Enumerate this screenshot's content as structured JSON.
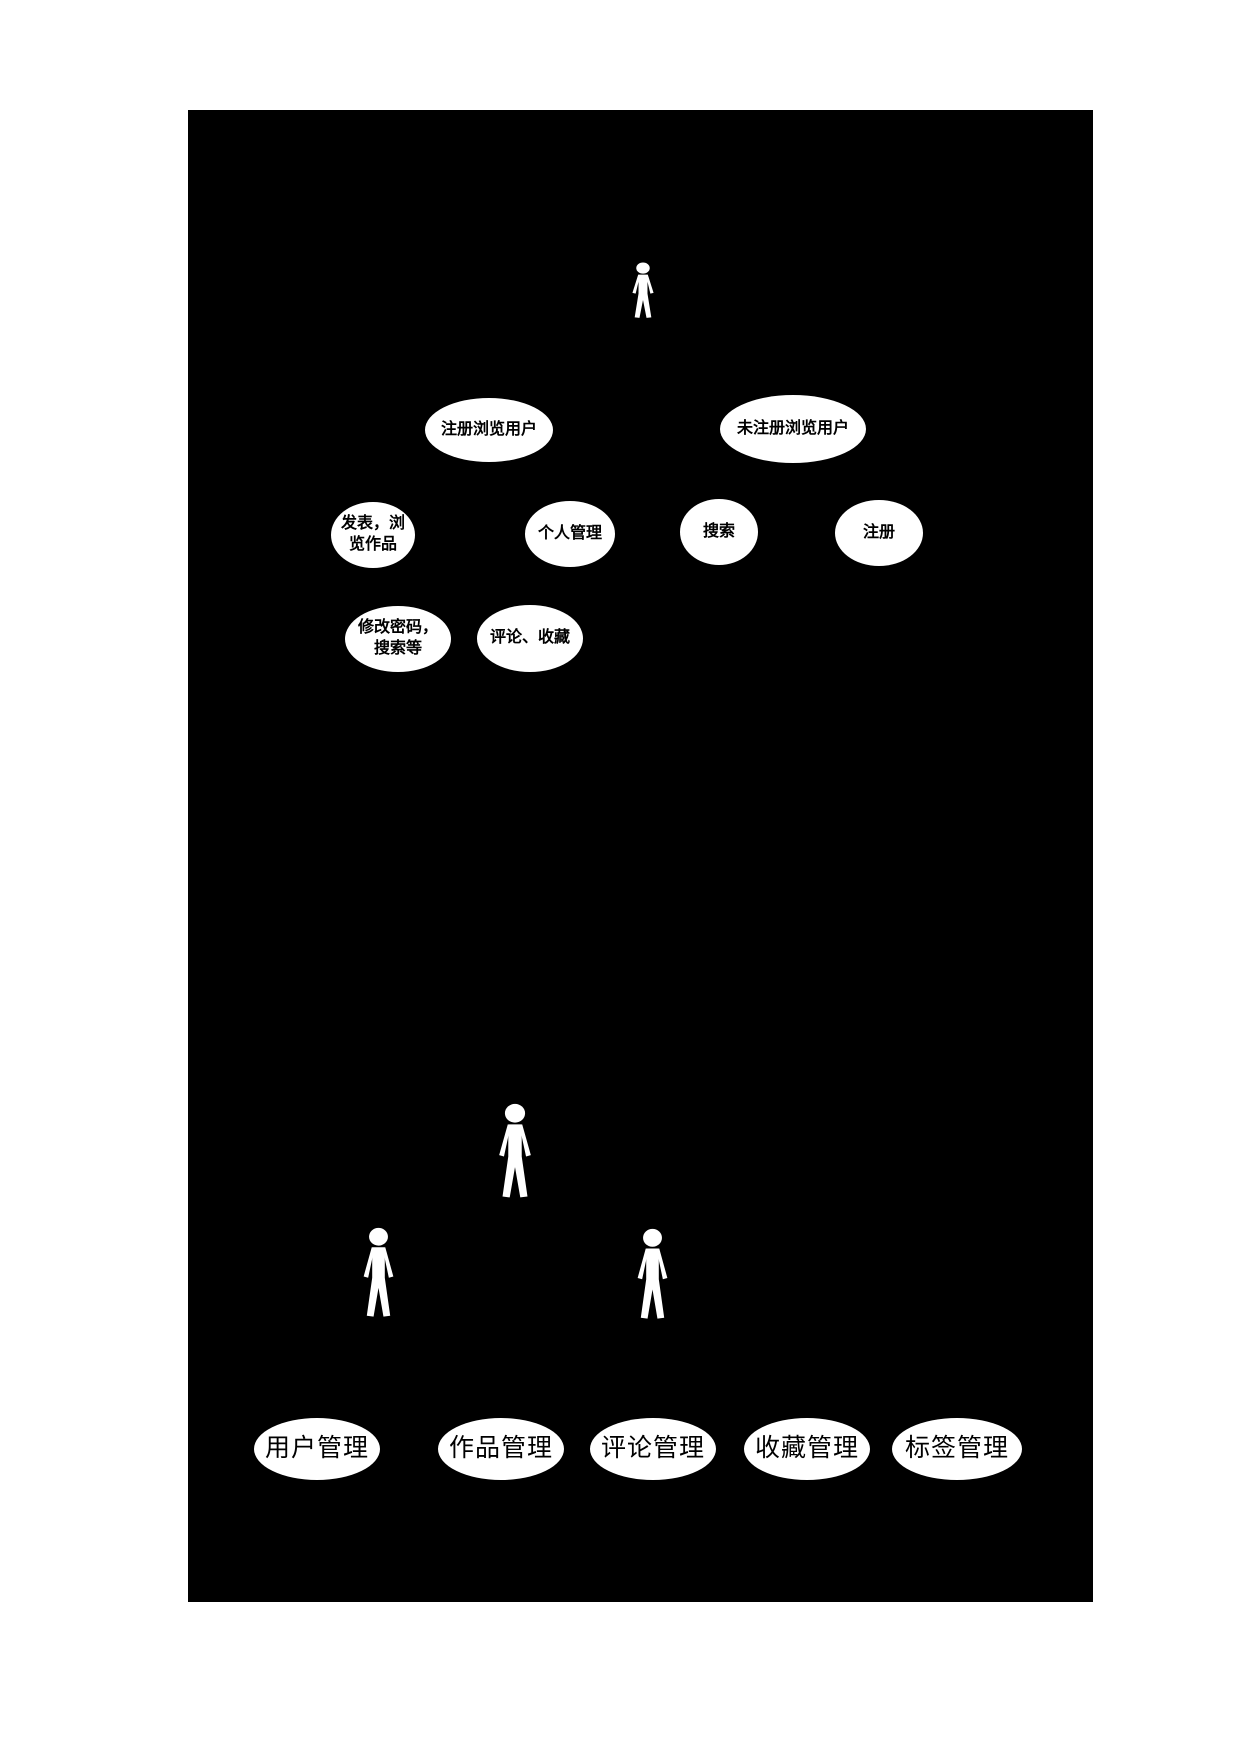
{
  "colors": {
    "page_background": "#ffffff",
    "diagram_background": "#000000",
    "shape_fill": "#ffffff",
    "shape_text": "#000000"
  },
  "diagram": {
    "kind": "uml-use-case-diagram",
    "top": {
      "actor_icon": "person-icon",
      "use_cases": [
        {
          "label": "注册浏览用户"
        },
        {
          "label": "未注册浏览用户"
        },
        {
          "label": "发表，浏览作品"
        },
        {
          "label": "个人管理"
        },
        {
          "label": "搜索"
        },
        {
          "label": "注册"
        },
        {
          "label": "修改密码，搜索等"
        },
        {
          "label": "评论、收藏"
        }
      ]
    },
    "bottom": {
      "actor_icons": [
        "person-icon",
        "person-icon",
        "person-icon"
      ],
      "use_cases": [
        {
          "label": "用户管理"
        },
        {
          "label": "作品管理"
        },
        {
          "label": "评论管理"
        },
        {
          "label": "收藏管理"
        },
        {
          "label": "标签管理"
        }
      ]
    }
  }
}
